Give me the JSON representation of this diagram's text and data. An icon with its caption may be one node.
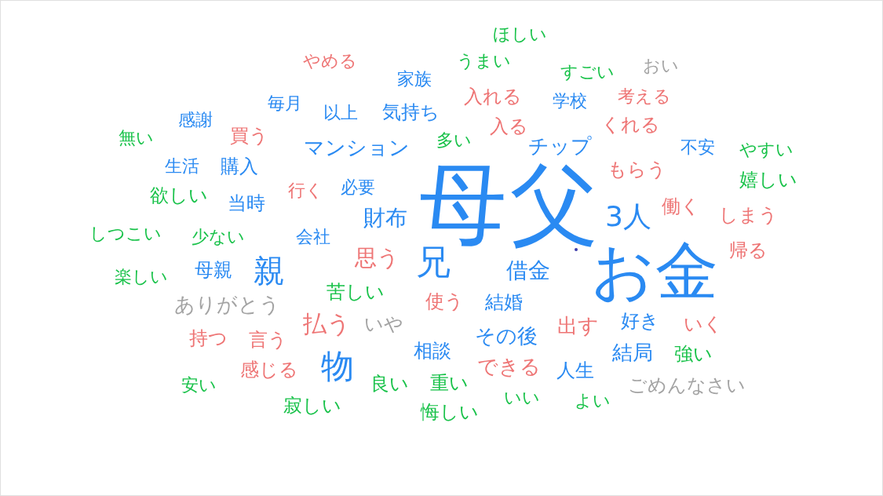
{
  "diagram": {
    "labels": [
      "ほしい",
      "やめる",
      "うまい",
      "おい",
      "すごい",
      "家族",
      "入れる",
      "考える",
      "学校",
      "毎月",
      "以上",
      "気持ち",
      "感謝",
      "入る",
      "くれる",
      "買う",
      "無い",
      "多い",
      "マンション",
      "不安",
      "やすい",
      "チップ",
      "生活",
      "購入",
      "もらう",
      "母",
      "父",
      "嬉しい",
      "必要",
      "行く",
      "欲しい",
      "当時",
      "3人",
      "働く",
      "しまう",
      "財布",
      "しつこい",
      "少ない",
      "会社",
      "思う",
      "兄",
      "帰る",
      "借金",
      "親",
      "母親",
      "お金",
      "楽しい",
      "苦しい",
      "ありがとう",
      "使う",
      "結婚",
      "払う",
      "いや",
      "出す",
      "好き",
      "いく",
      "持つ",
      "言う",
      "その後",
      "相談",
      "結局",
      "強い",
      "物",
      "できる",
      "人生",
      "感じる",
      "ごめんなさい",
      "安い",
      "良い",
      "重い",
      "いい",
      "よい",
      "寂しい",
      "悔しい"
    ]
  }
}
